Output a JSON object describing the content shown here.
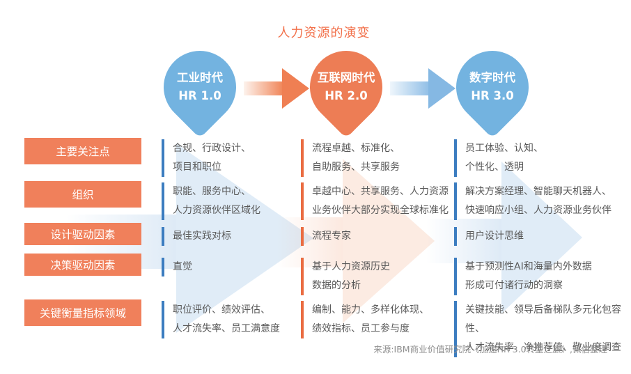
{
  "title": "人力资源的演变",
  "eras": [
    {
      "label": "工业时代\nHR 1.0",
      "color": "#73B3E0"
    },
    {
      "label": "互联网时代\nHR 2.0",
      "color": "#ED7D55"
    },
    {
      "label": "数字时代\nHR 3.0",
      "color": "#73B3E0"
    }
  ],
  "flow_arrows": [
    {
      "name": "arrow-right-icon",
      "style": "orange-gradient"
    },
    {
      "name": "arrow-right-icon",
      "style": "blue-gradient"
    }
  ],
  "matrix": {
    "rows": [
      {
        "label": "主要关注点",
        "cells": [
          "合规、行政设计、\n项目和职位",
          "流程卓越、标准化、\n自助服务、共享服务",
          "员工体验、认知、\n个性化、透明"
        ]
      },
      {
        "label": "组织",
        "cells": [
          "职能、服务中心、\n人力资源伙伴区域化",
          "卓越中心、共享服务、人力资源\n业务伙伴大部分实现全球标准化",
          "解决方案经理、智能聊天机器人、\n快速响应小组、人力资源业务伙伴"
        ]
      },
      {
        "label": "设计驱动因素",
        "cells": [
          "最佳实践对标",
          "流程专家",
          "用户设计思维"
        ]
      },
      {
        "label": "决策驱动因素",
        "cells": [
          "直觉",
          "基于人力资源历史\n数据的分析",
          "基于预测性AI和海量内外数据\n形成可付诸行动的洞察"
        ]
      },
      {
        "label": "关键衡量指标领域",
        "cells": [
          "职位评价、绩效评估、\n人才流失率、员工满意度",
          "编制、能力、多样化体现、\n绩效指标、员工参与度",
          "关键技能、领导后备梯队多元化包容性、\n人才流失率、净推荐值、敬业度调查"
        ]
      }
    ]
  },
  "footer": {
    "source": "来源:IBM商业价值研究院《加速HR 3.0转型之旅》,佩信整理"
  },
  "colors": {
    "title_orange": "#F2714B",
    "bubble_blue": "#73B3E0",
    "bubble_orange": "#ED7D55",
    "label_box_orange": "#F0805B",
    "bar_blue": "#3C7DC0",
    "bar_orange": "#EA6C41",
    "body_text": "#595959",
    "footer_text": "#8F8F8F",
    "arrow_orange_head": "#EF7F53",
    "arrow_blue_head": "#85B8E3",
    "watermark_blue": "#7FAEDC",
    "watermark_orange": "#F0996F"
  }
}
